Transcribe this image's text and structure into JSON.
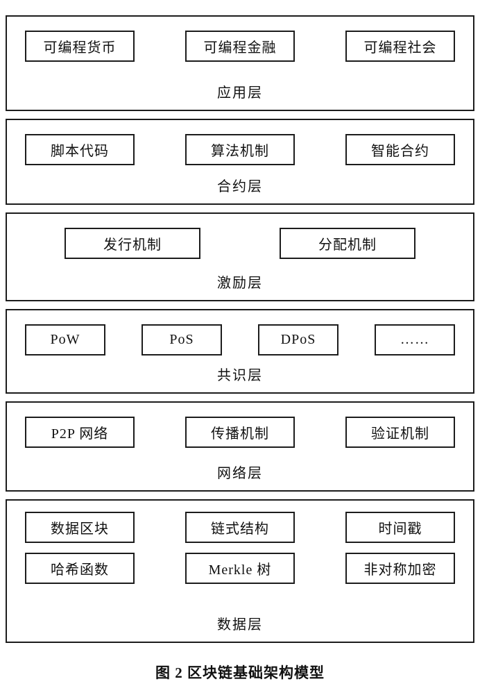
{
  "figure": {
    "caption": "图 2  区块链基础架构模型"
  },
  "layers": {
    "application": {
      "label": "应用层",
      "boxes": [
        "可编程货币",
        "可编程金融",
        "可编程社会"
      ]
    },
    "contract": {
      "label": "合约层",
      "boxes": [
        "脚本代码",
        "算法机制",
        "智能合约"
      ]
    },
    "incentive": {
      "label": "激励层",
      "boxes": [
        "发行机制",
        "分配机制"
      ]
    },
    "consensus": {
      "label": "共识层",
      "boxes": [
        "PoW",
        "PoS",
        "DPoS",
        "……"
      ]
    },
    "network": {
      "label": "网络层",
      "boxes": [
        "P2P 网络",
        "传播机制",
        "验证机制"
      ]
    },
    "data": {
      "label": "数据层",
      "rows": [
        [
          "数据区块",
          "链式结构",
          "时间戳"
        ],
        [
          "哈希函数",
          "Merkle 树",
          "非对称加密"
        ]
      ]
    }
  }
}
